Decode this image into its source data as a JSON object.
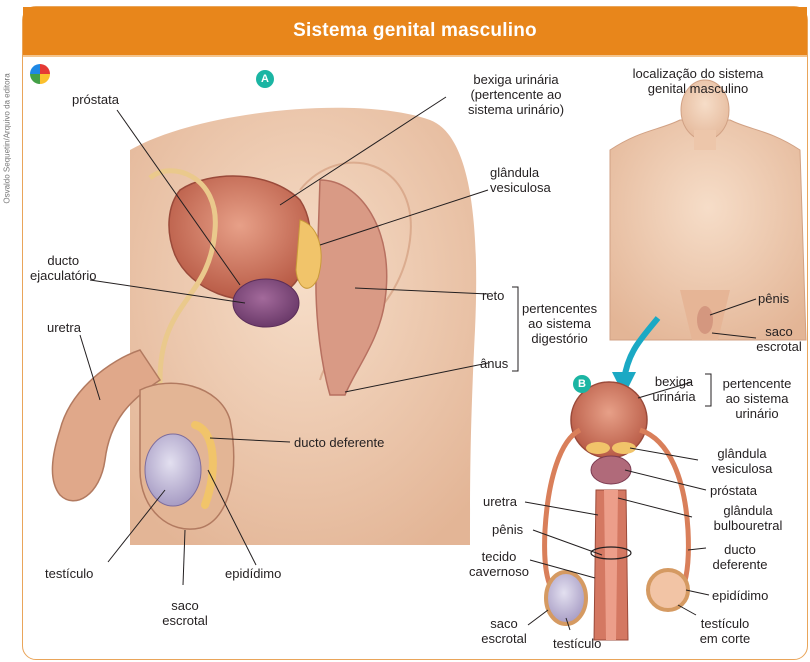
{
  "banner": {
    "title": "Sistema genital masculino"
  },
  "credit": "Osvaldo Sequetin/Arquivo da editora",
  "diagram_a": {
    "badge": "A",
    "labels": {
      "prostata": "próstata",
      "bexiga": [
        "bexiga urinária",
        "(pertencente ao",
        "sistema urinário)"
      ],
      "glandula": [
        "glândula",
        "vesiculosa"
      ],
      "ducto_ejac": [
        "ducto",
        "ejaculatório"
      ],
      "reto": "reto",
      "anus": "ânus",
      "pertencentes": [
        "pertencentes",
        "ao sistema",
        "digestório"
      ],
      "uretra": "uretra",
      "ducto_deferente": "ducto deferente",
      "testiculo": "testículo",
      "epididimo": "epidídimo",
      "saco": [
        "saco",
        "escrotal"
      ]
    }
  },
  "body_figure": {
    "title": [
      "localização do sistema",
      "genital masculino"
    ],
    "penis": "pênis",
    "saco": [
      "saco",
      "escrotal"
    ]
  },
  "diagram_b": {
    "badge": "B",
    "labels": {
      "bexiga": [
        "bexiga",
        "urinária"
      ],
      "pertencente": [
        "pertencente",
        "ao sistema",
        "urinário"
      ],
      "glandula_ves": [
        "glândula",
        "vesiculosa"
      ],
      "prostata": "próstata",
      "glandula_bulbo": [
        "glândula",
        "bulbouretral"
      ],
      "uretra": "uretra",
      "penis": "pênis",
      "tecido": [
        "tecido",
        "cavernoso"
      ],
      "ducto_def": [
        "ducto",
        "deferente"
      ],
      "epididimo": "epidídimo",
      "saco": [
        "saco",
        "escrotal"
      ],
      "testiculo": "testículo",
      "testiculo_corte": [
        "testículo",
        "em corte"
      ]
    }
  },
  "colors": {
    "banner": "#e8861b",
    "badge": "#1bb5a3",
    "arrow": "#1ba9c4"
  }
}
